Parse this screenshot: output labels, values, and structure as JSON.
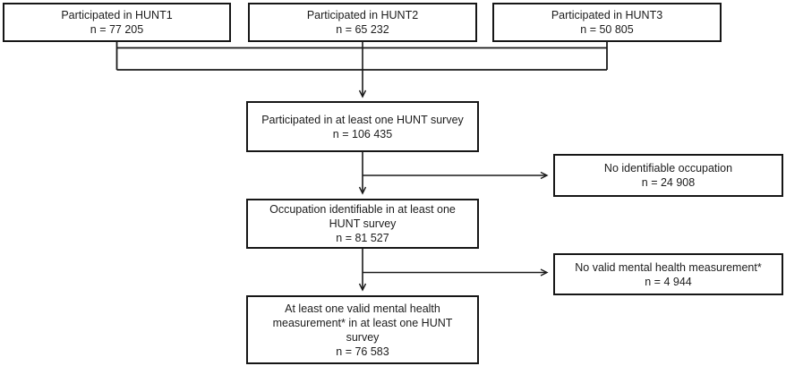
{
  "diagram": {
    "title": "HUNT participant flow chart",
    "colors": {
      "line": "#1a1a1a",
      "border": "#161616",
      "text": "#1c1c1c",
      "background": "#ffffff"
    },
    "boxes": {
      "hunt1": {
        "lines": [
          "Participated in HUNT1",
          "n = 77 205"
        ]
      },
      "hunt2": {
        "lines": [
          "Participated in HUNT2",
          "n = 65 232"
        ]
      },
      "hunt3": {
        "lines": [
          "Participated in HUNT3",
          "n = 50 805"
        ]
      },
      "any": {
        "lines": [
          "Participated in at least one HUNT survey",
          "n = 106 435"
        ]
      },
      "noocc": {
        "lines": [
          "No identifiable occupation",
          "n = 24 908"
        ]
      },
      "occ": {
        "lines": [
          "Occupation identifiable in at least one",
          "HUNT survey",
          "n = 81 527"
        ]
      },
      "novalid": {
        "lines": [
          "No valid mental health measurement*",
          "n = 4 944"
        ]
      },
      "valid": {
        "lines": [
          "At least one valid mental health",
          "measurement* in at least one HUNT",
          "survey",
          "n = 76 583"
        ]
      }
    }
  }
}
